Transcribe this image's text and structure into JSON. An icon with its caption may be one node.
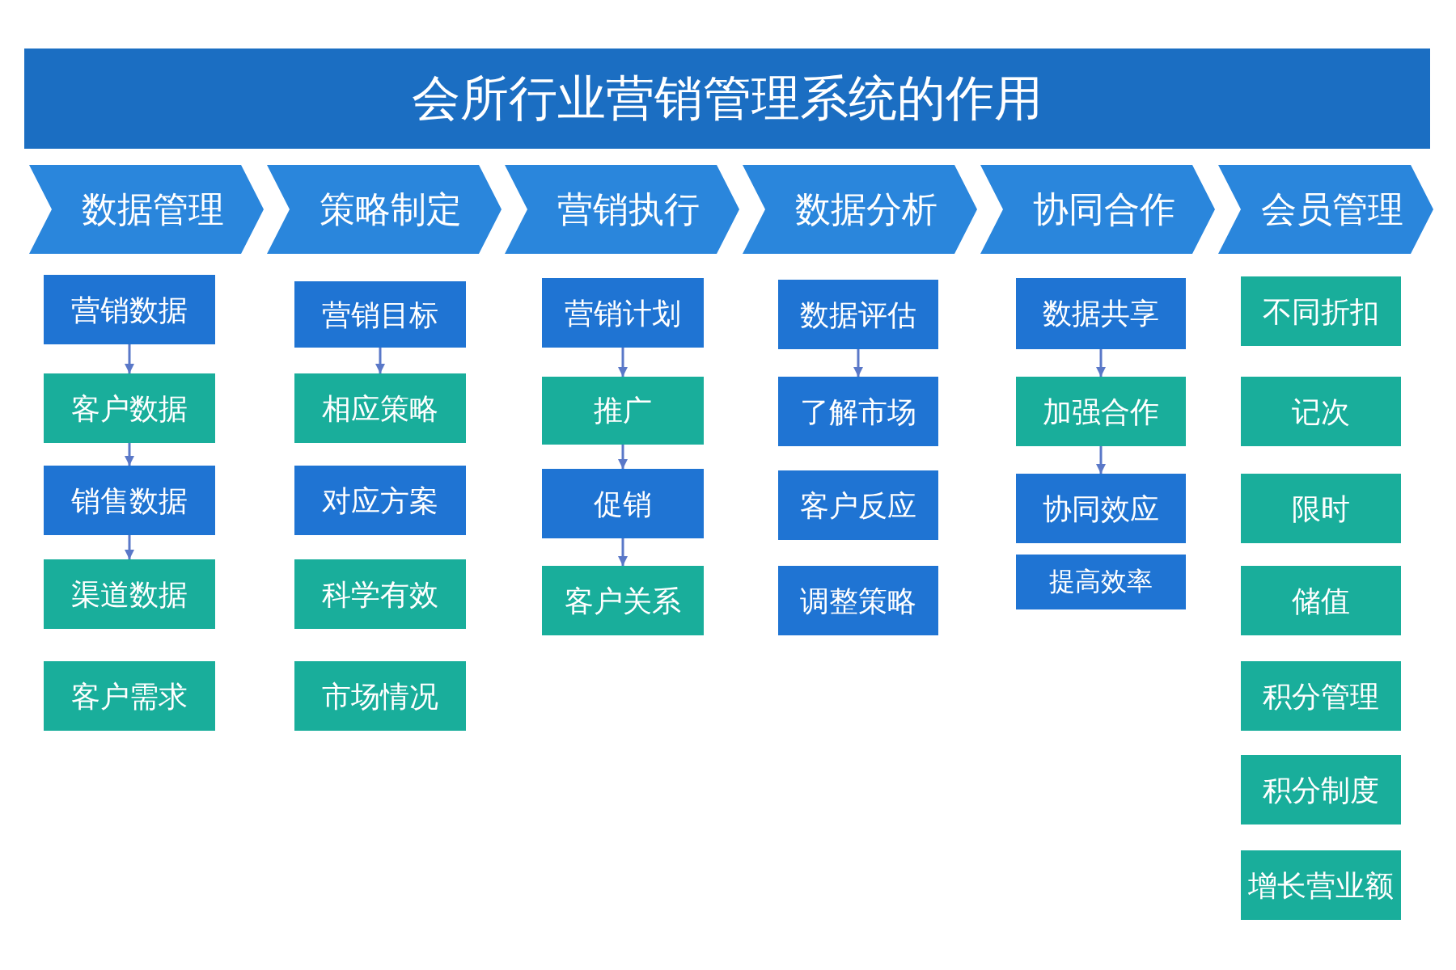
{
  "diagram": {
    "title": "会所行业营销管理系统的作用",
    "nodes": [
      {
        "text": [
          "数据管理"
        ]
      },
      {
        "text": [
          "策略制定"
        ]
      },
      {
        "text": [
          "营销执行"
        ]
      },
      {
        "text": [
          "数据分析"
        ]
      },
      {
        "text": [
          "协同合作"
        ]
      },
      {
        "text": [
          "会员管理"
        ]
      },
      {
        "text": [
          "营销数据"
        ]
      },
      {
        "text": [
          "客户数据"
        ]
      },
      {
        "text": [
          "销售数据"
        ]
      },
      {
        "text": [
          "渠道数据"
        ]
      },
      {
        "text": [
          "客户需求"
        ]
      },
      {
        "text": [
          "营销目标"
        ]
      },
      {
        "text": [
          "相应策略"
        ]
      },
      {
        "text": [
          "对应方案"
        ]
      },
      {
        "text": [
          "科学有效"
        ]
      },
      {
        "text": [
          "市场情况"
        ]
      },
      {
        "text": [
          "营销计划"
        ]
      },
      {
        "text": [
          "推广"
        ]
      },
      {
        "text": [
          "促销"
        ]
      },
      {
        "text": [
          "客户关系"
        ]
      },
      {
        "text": [
          "数据评估"
        ]
      },
      {
        "text": [
          "了解市场"
        ]
      },
      {
        "text": [
          "客户反应"
        ]
      },
      {
        "text": [
          "调整策略"
        ]
      },
      {
        "text": [
          "数据共享"
        ]
      },
      {
        "text": [
          "加强合作"
        ]
      },
      {
        "text": [
          "协同效应"
        ]
      },
      {
        "text": [
          "提高效率"
        ]
      },
      {
        "text": [
          "不同折扣"
        ]
      },
      {
        "text": [
          "记次"
        ]
      },
      {
        "text": [
          "限时"
        ]
      },
      {
        "text": [
          "储值"
        ]
      },
      {
        "text": [
          "积分管理"
        ]
      },
      {
        "text": [
          "积分制度"
        ]
      },
      {
        "text": [
          "增长营业额"
        ]
      }
    ],
    "edges": [
      {
        "from": 6,
        "to": 7,
        "arrow": "to"
      },
      {
        "from": 7,
        "to": 8,
        "arrow": "to"
      },
      {
        "from": 8,
        "to": 9,
        "arrow": "to"
      },
      {
        "from": 11,
        "to": 12,
        "arrow": "to"
      },
      {
        "from": 16,
        "to": 17,
        "arrow": "to"
      },
      {
        "from": 17,
        "to": 18,
        "arrow": "to"
      },
      {
        "from": 18,
        "to": 19,
        "arrow": "to"
      },
      {
        "from": 20,
        "to": 21,
        "arrow": "to"
      },
      {
        "from": 24,
        "to": 25,
        "arrow": "to"
      },
      {
        "from": 25,
        "to": 26,
        "arrow": "to"
      }
    ]
  }
}
